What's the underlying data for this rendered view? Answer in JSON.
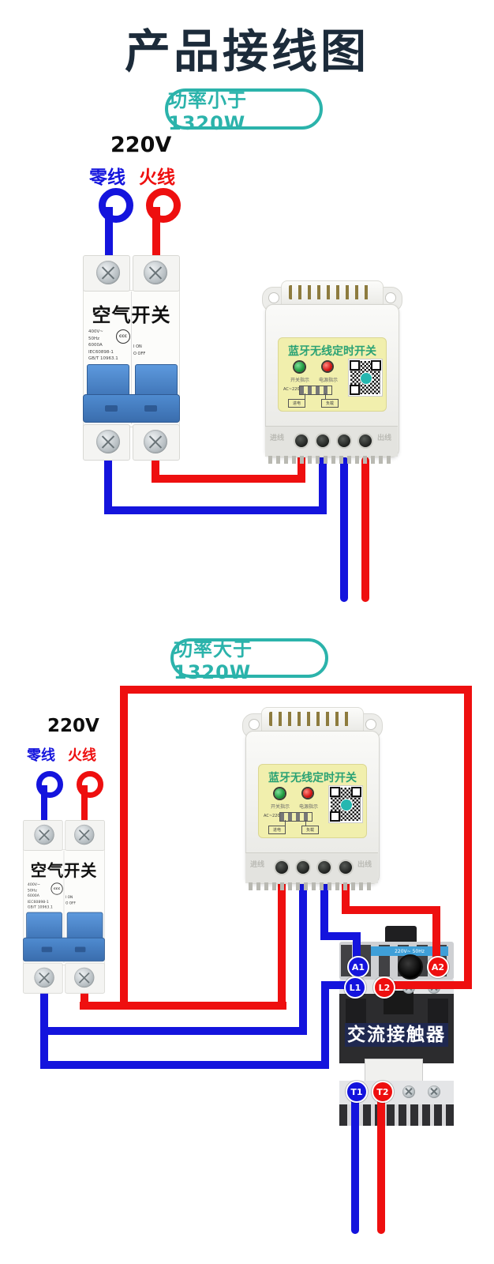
{
  "colors": {
    "wire_blue": "#1414dd",
    "wire_red": "#ee0f0f",
    "teal": "#2bb3ab",
    "title_navy": "#1c2b3a",
    "label_yellow": "#f1efad",
    "timer_title_green": "#2aa274"
  },
  "title": "产品接线图",
  "section1": {
    "badge": "功率小于1320W",
    "voltage": "220V",
    "neutral": "零线",
    "live": "火线"
  },
  "section2": {
    "badge": "功率大于1320W",
    "voltage": "220V",
    "neutral": "零线",
    "live": "火线"
  },
  "breaker": {
    "name": "空气开关",
    "specs": [
      "400V~",
      "50Hz",
      "6000A",
      "IEC60898-1",
      "GB/T 10963.1"
    ],
    "cert": "CCC",
    "on": "I ON",
    "off": "O OFF"
  },
  "timer": {
    "title": "蓝牙无线定时开关",
    "led_switch": "开关指示",
    "led_power": "电源指示",
    "power": "AC~220V",
    "in": "进电",
    "load": "负载",
    "emboss_in": "进线",
    "emboss_out": "出线"
  },
  "contactor": {
    "name": "交流接触器",
    "strip": "220V~ 50Hz",
    "a1": "A1",
    "a2": "A2",
    "l1": "L1",
    "l2": "L2",
    "t1": "T1",
    "t2": "T2"
  }
}
